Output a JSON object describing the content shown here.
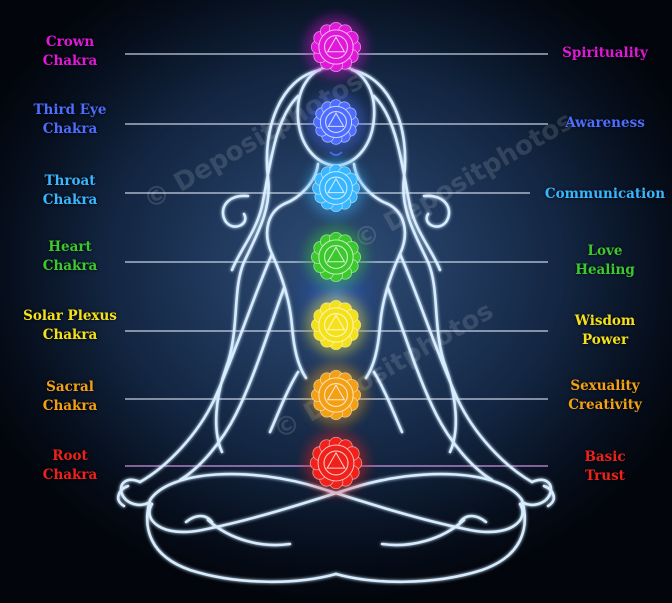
{
  "chakras": [
    {
      "key": "crown",
      "name_lines": [
        "Crown",
        "Chakra"
      ],
      "quality_lines": [
        "Spirituality"
      ],
      "color": "#e018d8"
    },
    {
      "key": "third",
      "name_lines": [
        "Third Eye",
        "Chakra"
      ],
      "quality_lines": [
        "Awareness"
      ],
      "color": "#4d6dff"
    },
    {
      "key": "throat",
      "name_lines": [
        "Throat",
        "Chakra"
      ],
      "quality_lines": [
        "Communication"
      ],
      "color": "#38b6ff"
    },
    {
      "key": "heart",
      "name_lines": [
        "Heart",
        "Chakra"
      ],
      "quality_lines": [
        "Love",
        "Healing"
      ],
      "color": "#3cc92e"
    },
    {
      "key": "solar",
      "name_lines": [
        "Solar Plexus",
        "Chakra"
      ],
      "quality_lines": [
        "Wisdom",
        "Power"
      ],
      "color": "#f5e11a"
    },
    {
      "key": "sacral",
      "name_lines": [
        "Sacral",
        "Chakra"
      ],
      "quality_lines": [
        "Sexuality",
        "Creativity"
      ],
      "color": "#f4a014"
    },
    {
      "key": "root",
      "name_lines": [
        "Root",
        "Chakra"
      ],
      "quality_lines": [
        "Basic",
        "Trust"
      ],
      "color": "#f0201a"
    }
  ],
  "colors": {
    "figure_outline": "#d6ecff",
    "guide_line": "#e6f0ff",
    "background_center": "#2f4d76",
    "background_edge": "#02050b"
  },
  "watermark_text": "© Depositphotos"
}
